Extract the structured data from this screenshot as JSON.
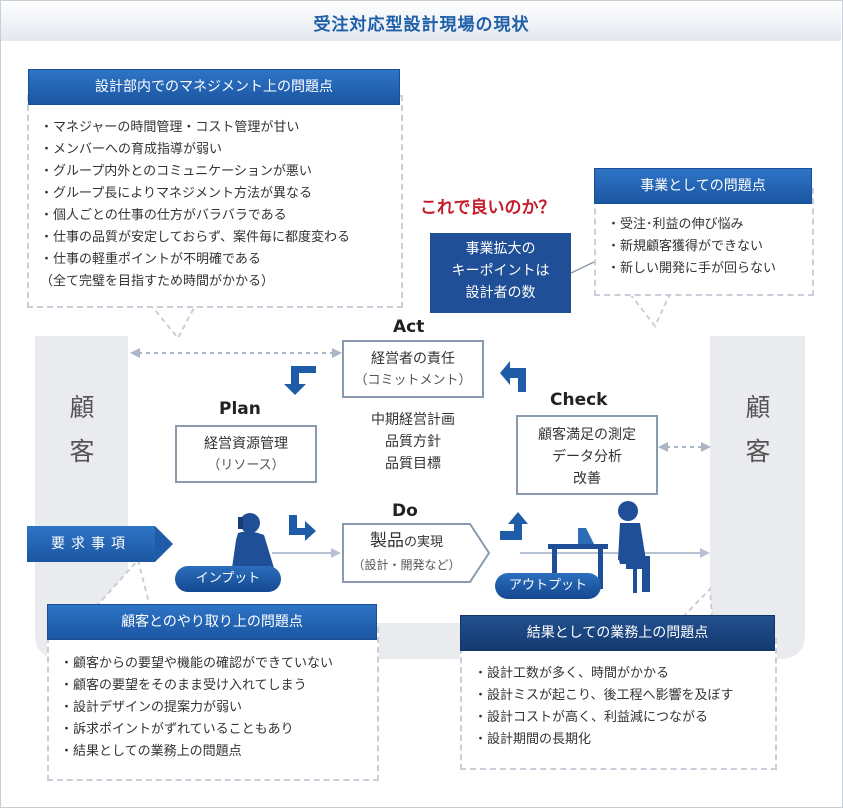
{
  "title": "受注対応型設計現場の現状",
  "question": "これで良いのか？",
  "kpi_box": [
    "事業拡大の",
    "キーポイントは",
    "設計者の数"
  ],
  "customer_left": [
    "顧",
    "客"
  ],
  "customer_right": [
    "顧",
    "客"
  ],
  "request_label": "要求事項",
  "stages": {
    "act": "Act",
    "plan": "Plan",
    "do": "Do",
    "check": "Check"
  },
  "act_box": [
    "経営者の責任",
    "（コミットメント）"
  ],
  "plan_box": [
    "経営資源管理",
    "（リソース）"
  ],
  "check_box": [
    "顧客満足の測定",
    "データ分析",
    "改善"
  ],
  "do_box": {
    "main_large": "製品",
    "main_rest": "の実現",
    "sub": "（設計・開発など）"
  },
  "policy": [
    "中期経営計画",
    "品質方針",
    "品質目標"
  ],
  "input_label": "インプット",
  "output_label": "アウトプット",
  "panels": {
    "management": {
      "title": "設計部内でのマネジメント上の問題点",
      "items": [
        "・マネジャーの時間管理・コスト管理が甘い",
        "・メンバーへの育成指導が弱い",
        "・グループ内外とのコミュニケーションが悪い",
        "・グループ長によりマネジメント方法が異なる",
        "・個人ごとの仕事の仕方がバラバラである",
        "・仕事の品質が安定しておらず、案件毎に都度変わる",
        "・仕事の軽重ポイントが不明確である",
        "（全て完璧を目指すため時間がかかる）"
      ]
    },
    "business": {
      "title": "事業としての問題点",
      "items": [
        "・受注･利益の伸び悩み",
        "・新規顧客獲得ができない",
        "・新しい開発に手が回らない"
      ]
    },
    "customer": {
      "title": "顧客とのやり取り上の問題点",
      "items": [
        "・顧客からの要望や機能の確認ができていない",
        "・顧客の要望をそのまま受け入れてしまう",
        "・設計デザインの提案力が弱い",
        "・訴求ポイントがずれていることもあり",
        "・結果としての業務上の問題点"
      ]
    },
    "result": {
      "title": "結果としての業務上の問題点",
      "items": [
        "・設計工数が多く、時間がかかる",
        "・設計ミスが起こり、後工程へ影響を及ぼす",
        "・設計コストが高く、利益減につながる",
        "・設計期間の長期化"
      ]
    }
  },
  "colors": {
    "title_blue": "#1d5fa8",
    "panel_blue": "#2e74c6",
    "dark_blue": "#1f4f96",
    "question_red": "#c41e2c",
    "band_gray": "#e9ebee"
  }
}
